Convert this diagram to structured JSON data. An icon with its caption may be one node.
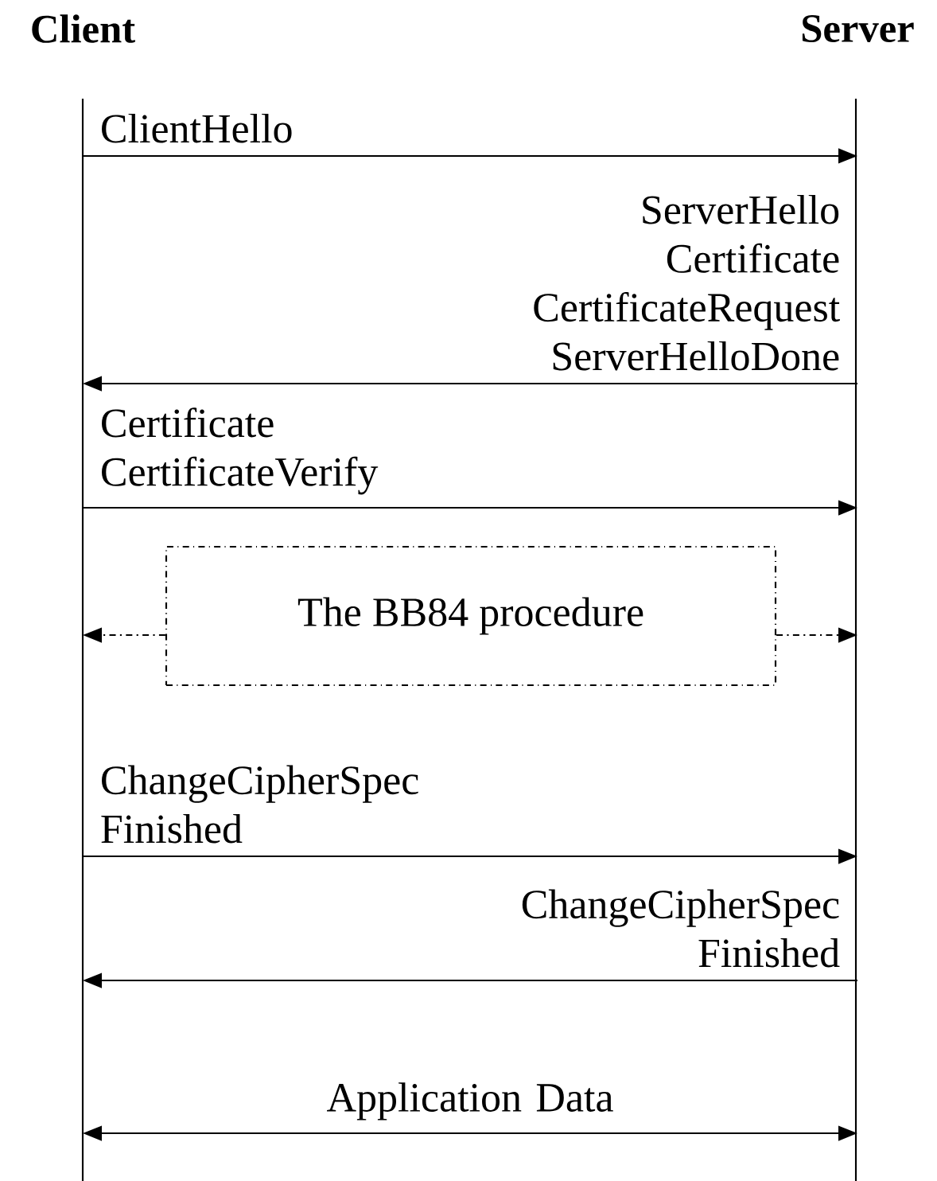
{
  "diagram": {
    "nodes": [
      {
        "text": [
          "Client"
        ]
      },
      {
        "text": [
          "Server"
        ]
      },
      {
        "text": [
          "The BB84 procedure"
        ]
      }
    ],
    "edges": [
      {
        "from": 0,
        "to": 1,
        "arrow": "to",
        "label": "ClientHello"
      },
      {
        "from": 1,
        "to": 0,
        "arrow": "to",
        "label": "ServerHello Certificate CertificateRequest ServerHelloDone"
      },
      {
        "from": 0,
        "to": 1,
        "arrow": "to",
        "label": "Certificate CertificateVerify"
      },
      {
        "from": 2,
        "to": 0,
        "arrow": "to",
        "style": "dashed"
      },
      {
        "from": 2,
        "to": 1,
        "arrow": "to",
        "style": "dashed"
      },
      {
        "from": 0,
        "to": 1,
        "arrow": "to",
        "label": "ChangeCipherSpec Finished"
      },
      {
        "from": 1,
        "to": 0,
        "arrow": "to",
        "label": "ChangeCipherSpec Finished"
      },
      {
        "from": 0,
        "to": 1,
        "arrow": "both",
        "label": "Application Data"
      }
    ]
  }
}
